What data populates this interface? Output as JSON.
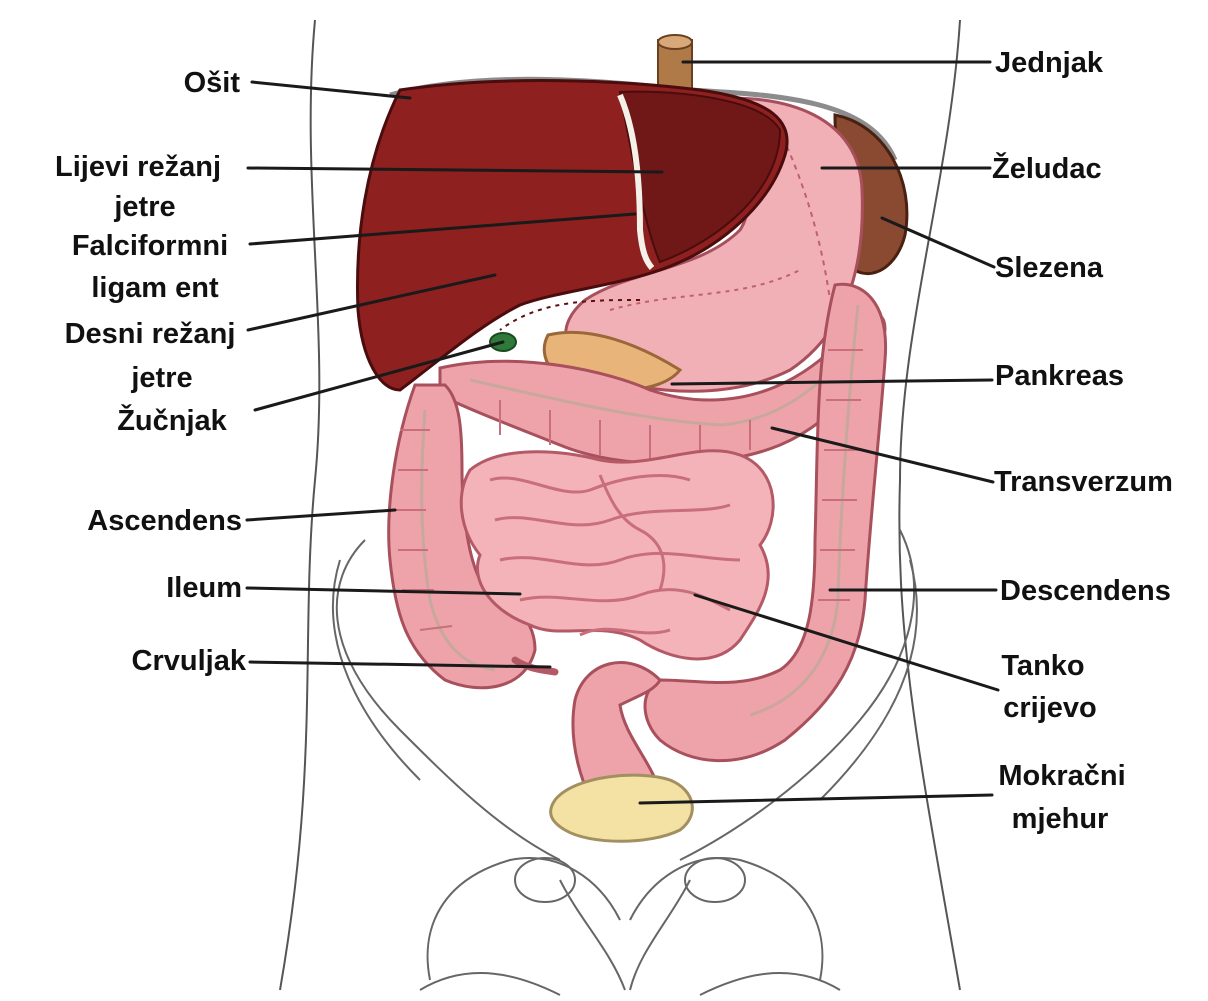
{
  "diagram": {
    "labels": {
      "osit": "Ošit",
      "lijevi_rezanj_1": "Lijevi režanj",
      "lijevi_rezanj_2": "jetre",
      "falciformni_1": "Falciformni",
      "falciformni_2": "ligam ent",
      "desni_rezanj_1": "Desni režanj",
      "desni_rezanj_2": "jetre",
      "zucnjak": "Žučnjak",
      "ascendens": "Ascendens",
      "ileum": "Ileum",
      "crvuljak": "Crvuljak",
      "jednjak": "Jednjak",
      "zeludac": "Želudac",
      "slezena": "Slezena",
      "pankreas": "Pankreas",
      "transverzum": "Transverzum",
      "descendens": "Descendens",
      "tanko_1": "Tanko",
      "tanko_2": "crijevo",
      "mjehur_1": "Mokračni",
      "mjehur_2": "mjehur"
    },
    "colors": {
      "liver": "#8e2020",
      "liver_dark": "#5e1010",
      "stomach": "#f1b0b6",
      "spleen": "#8a4a32",
      "colon": "#eea3aa",
      "small_intestine": "#f4b3b9",
      "pancreas": "#e8b47a",
      "bladder": "#f3e2a4",
      "gallbladder": "#2f7a3a",
      "esophagus": "#b07a48"
    }
  }
}
